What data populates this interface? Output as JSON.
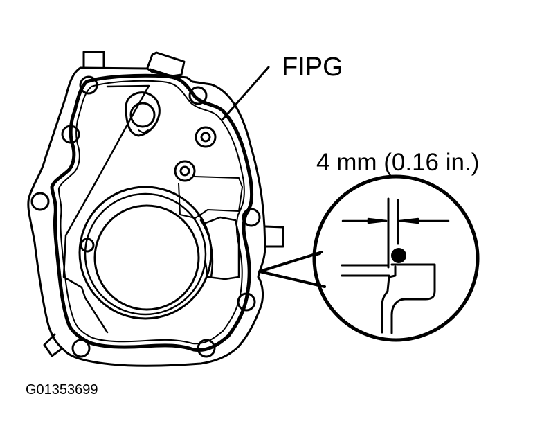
{
  "diagram": {
    "title": "Cover FIPG sealant application",
    "subject": "housing-cover-with-sealant-bead",
    "labels": {
      "fipg": "FIPG",
      "bead_width": "4 mm (0.16 in.)",
      "figure_id": "G01353699"
    },
    "callouts": [
      {
        "target": "sealant-bead",
        "label_ref": "labels.fipg"
      },
      {
        "target": "detail-circle",
        "label_ref": "labels.bead_width"
      }
    ],
    "detail_view": {
      "shape": "circle",
      "shows": "sealant-bead-cross-section",
      "dimension_arrows": 2
    },
    "colors": {
      "line": "#000000",
      "background": "#ffffff"
    }
  }
}
